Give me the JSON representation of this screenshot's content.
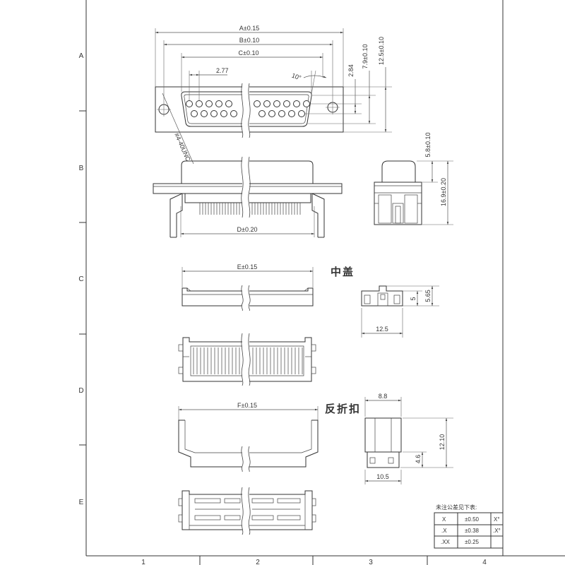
{
  "grid": {
    "rows": [
      "A",
      "B",
      "C",
      "D",
      "E"
    ],
    "columns": [
      "1",
      "2",
      "3",
      "4"
    ]
  },
  "top_view": {
    "dim_a": "A±0.15",
    "dim_b": "B±0.10",
    "dim_c": "C±0.10",
    "pin_pitch": "2.77",
    "angle": "10°",
    "row_spacing": "2.84",
    "shell_height": "7.9±0.10",
    "flange_height": "12.5±0.10",
    "thread": "#4-40UNC"
  },
  "side_view": {
    "dim_d": "D±0.20",
    "shell_height": "5.8±0.10",
    "total_height": "16.9±0.20"
  },
  "middle_cover": {
    "title": "中盖",
    "dim_e": "E±0.15",
    "height_inner": "5",
    "height_outer": "5.65",
    "width": "12.5"
  },
  "folding_clip": {
    "title": "反折扣",
    "dim_f": "F±0.15",
    "top_width": "8.8",
    "height": "12.10",
    "lower_height": "4.6",
    "bottom_width": "10.5"
  },
  "tolerance_table": {
    "title": "未注公差见下表:",
    "rows": [
      {
        "format": "X",
        "tolerance": "±0.50",
        "angle": "X°"
      },
      {
        "format": ".X",
        "tolerance": "±0.38",
        "angle": ".X°"
      },
      {
        "format": ".XX",
        "tolerance": "±0.25",
        "angle": ""
      }
    ]
  }
}
